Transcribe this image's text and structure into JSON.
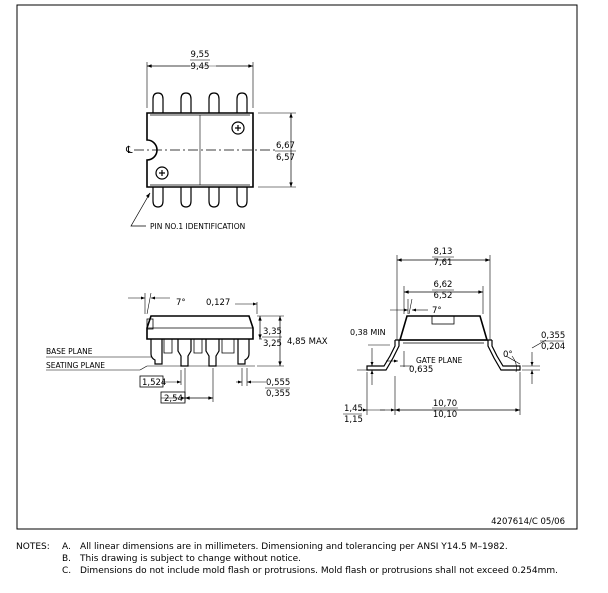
{
  "top_view": {
    "width_max": "9,55",
    "width_min": "9,45",
    "height_max": "6,67",
    "height_min": "6,57",
    "centerline_symbol": "℄",
    "pin_label": "PIN NO.1 IDENTIFICATION"
  },
  "side_view": {
    "angle": "7°",
    "lead_thickness": "0,127",
    "body_height_max": "3,35",
    "body_height_min": "3,25",
    "overall_height": "4,85 MAX",
    "base_plane": "BASE PLANE",
    "seating_plane": "SEATING PLANE",
    "lead_pitch_min": "1,524",
    "lead_pitch": "2,54",
    "lead_width_max": "0,555",
    "lead_width_min": "0,355"
  },
  "end_view": {
    "overall_width_max": "8,13",
    "overall_width_min": "7,61",
    "body_width_max": "6,62",
    "body_width_min": "6,52",
    "angle": "7°",
    "standoff": "0,38 MIN",
    "gate_plane": "GATE PLANE",
    "gate_dim": "0,635",
    "lead_thk_max": "0,355",
    "lead_thk_min": "0,204",
    "lead_angle": "0°",
    "foot_max": "1,45",
    "foot_min": "1,15",
    "span_max": "10,70",
    "span_min": "10,10"
  },
  "drawing_number": "4207614/C 05/06",
  "notes": {
    "label": "NOTES:",
    "items": [
      {
        "letter": "A.",
        "text": "All linear dimensions are in millimeters.  Dimensioning and tolerancing per ANSI Y14.5 M–1982."
      },
      {
        "letter": "B.",
        "text": "This drawing is subject to change without notice."
      },
      {
        "letter": "C.",
        "text": "Dimensions do not include mold flash or protrusions. Mold flash or protrusions shall not exceed 0.254mm."
      }
    ]
  }
}
